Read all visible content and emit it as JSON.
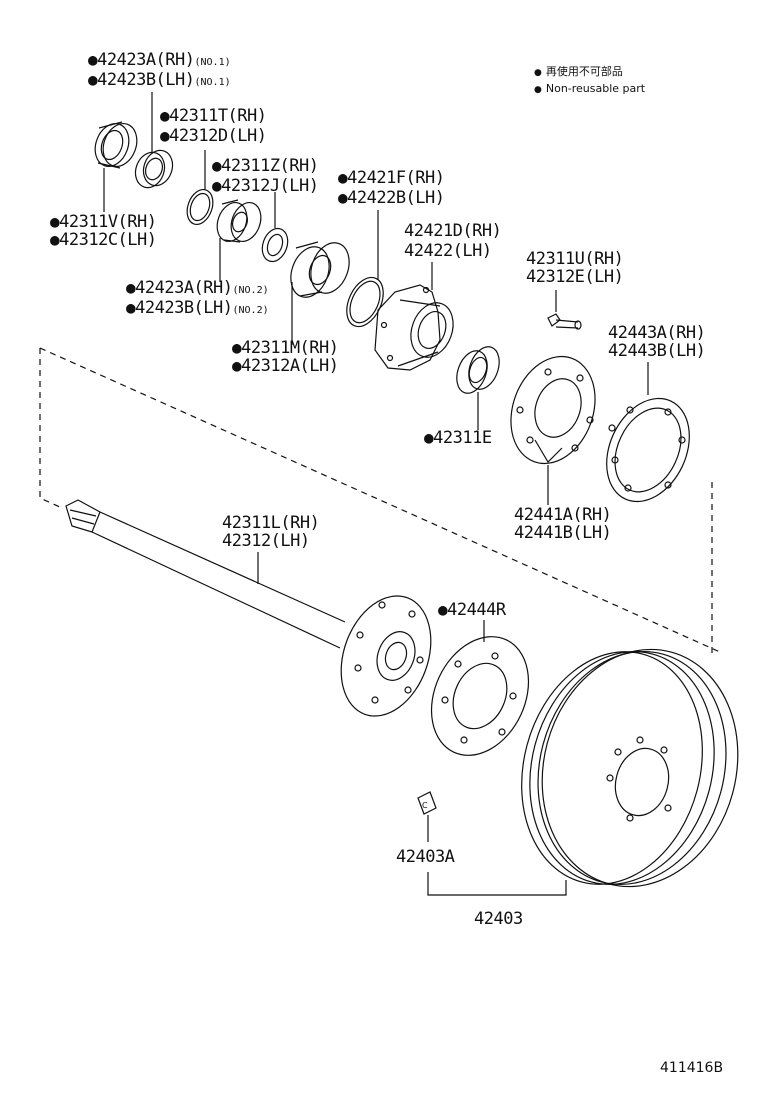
{
  "legend": {
    "bullet": "●",
    "jp": "再使用不可部品",
    "en": "Non-reusable part"
  },
  "labels": {
    "p42423A_1": {
      "bullet": "●",
      "text": "42423A(RH)",
      "note": "(NO.1)"
    },
    "p42423B_1": {
      "bullet": "●",
      "text": "42423B(LH)",
      "note": "(NO.1)"
    },
    "p42311T": {
      "bullet": "●",
      "text": "42311T(RH)"
    },
    "p42312D": {
      "bullet": "●",
      "text": "42312D(LH)"
    },
    "p42311Z": {
      "bullet": "●",
      "text": "42311Z(RH)"
    },
    "p42312J": {
      "bullet": "●",
      "text": "42312J(LH)"
    },
    "p42421F": {
      "bullet": "●",
      "text": "42421F(RH)"
    },
    "p42422B": {
      "bullet": "●",
      "text": "42422B(LH)"
    },
    "p42311V": {
      "bullet": "●",
      "text": "42311V(RH)"
    },
    "p42312C": {
      "bullet": "●",
      "text": "42312C(LH)"
    },
    "p42421D": {
      "text": "42421D(RH)"
    },
    "p42422": {
      "text": "42422(LH)"
    },
    "p42311U": {
      "text": "42311U(RH)"
    },
    "p42312E": {
      "text": "42312E(LH)"
    },
    "p42423A_2": {
      "bullet": "●",
      "text": "42423A(RH)",
      "note": "(NO.2)"
    },
    "p42423B_2": {
      "bullet": "●",
      "text": "42423B(LH)",
      "note": "(NO.2)"
    },
    "p42443A": {
      "text": "42443A(RH)"
    },
    "p42443B": {
      "text": "42443B(LH)"
    },
    "p42311M": {
      "bullet": "●",
      "text": "42311M(RH)"
    },
    "p42312A": {
      "bullet": "●",
      "text": "42312A(LH)"
    },
    "p42311E": {
      "bullet": "●",
      "text": "42311E"
    },
    "p42441A": {
      "text": "42441A(RH)"
    },
    "p42441B": {
      "text": "42441B(LH)"
    },
    "p42311L": {
      "text": "42311L(RH)"
    },
    "p42312": {
      "text": "42312(LH)"
    },
    "p42444R": {
      "bullet": "●",
      "text": "42444R"
    },
    "p42403A": {
      "text": "42403A"
    },
    "p42403": {
      "text": "42403"
    }
  },
  "figure_code": "411416B"
}
